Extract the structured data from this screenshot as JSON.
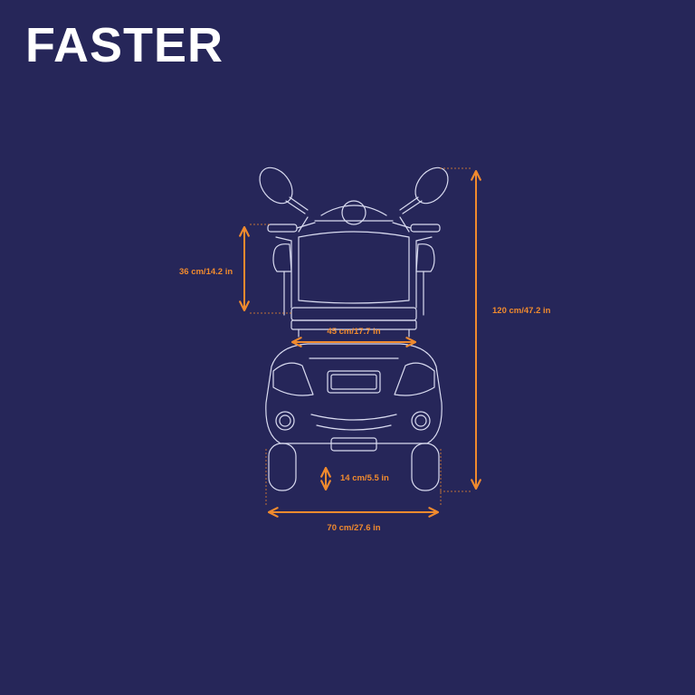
{
  "brand": {
    "title": "FASTER"
  },
  "colors": {
    "background": "#262659",
    "outline": "#d9dbf0",
    "dimension": "#f08a2e",
    "title": "#ffffff"
  },
  "dimensions": {
    "seat_height": "36 cm/14.2 in",
    "seat_width": "45 cm/17.7 in",
    "total_height": "120 cm/47.2 in",
    "ground_clearance": "14 cm/5.5 in",
    "total_width": "70 cm/27.6 in"
  }
}
